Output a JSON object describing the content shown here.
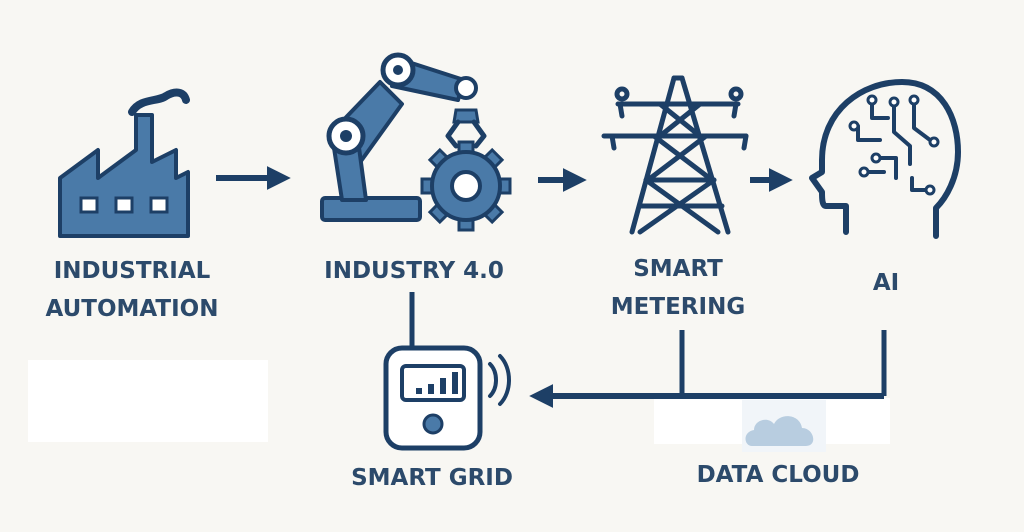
{
  "nodes": {
    "industrial_automation": {
      "line1": "INDUSTRIAL",
      "line2": "AUTOMATION",
      "icon": "factory-icon"
    },
    "industry_4": {
      "label": "INDUSTRY 4.0",
      "icon": "robot-arm-gear-icon"
    },
    "smart_metering": {
      "line1": "SMART",
      "line2": "METERING",
      "icon": "power-pylon-icon"
    },
    "ai": {
      "label": "AI",
      "icon": "ai-head-icon"
    },
    "smart_grid": {
      "label": "SMART GRID",
      "icon": "smart-meter-device-icon"
    },
    "data_cloud": {
      "label": "DATA CLOUD",
      "icon": "cloud-icon"
    }
  },
  "colors": {
    "primary": "#2f5f8c",
    "dark": "#1d3f66",
    "fill": "#4a7aa8",
    "text": "#2c4a6b",
    "background": "#f8f7f3",
    "cloud": "#b8cde0"
  }
}
